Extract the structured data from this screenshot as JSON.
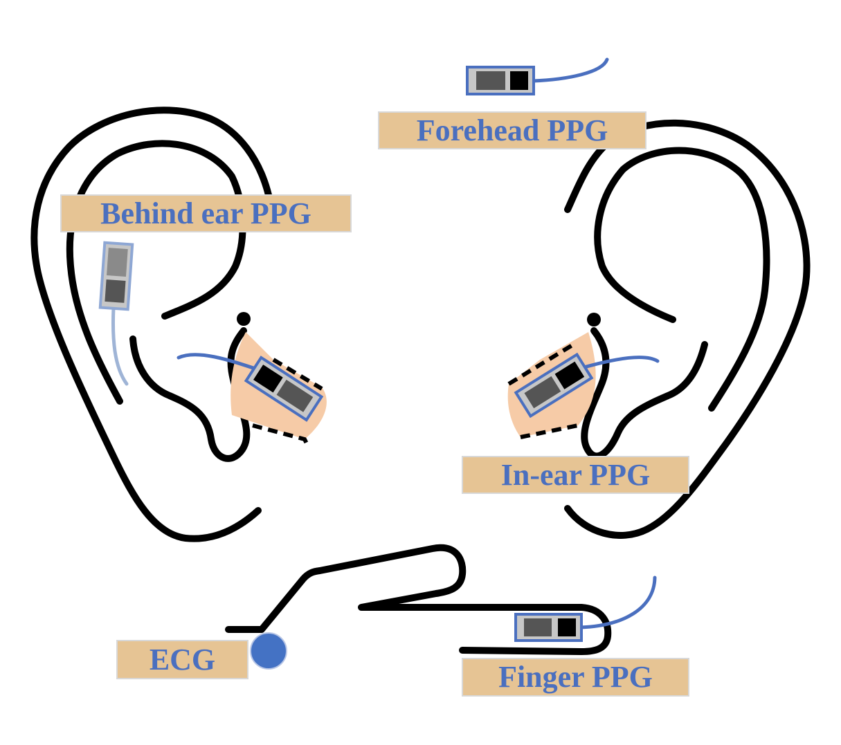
{
  "labels": {
    "forehead": "Forehead PPG",
    "behind_ear": "Behind ear PPG",
    "in_ear": "In-ear PPG",
    "ecg": "ECG",
    "finger": "Finger PPG"
  },
  "colors": {
    "outline": "#000000",
    "label_bg": "#e6c494",
    "label_text": "#4a6fbf",
    "sensor_frame": "#4a6fbf",
    "sensor_fill": "#c7c7c7",
    "sensor_dark": "#555555",
    "cable": "#4a6fbf",
    "skin": "#f6cba7",
    "ecg_electrode": "#4472c4"
  }
}
